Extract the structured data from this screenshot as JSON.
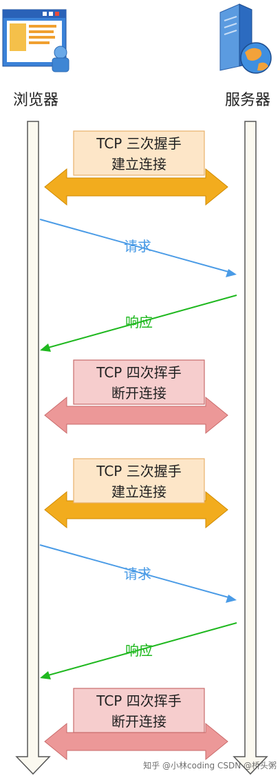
{
  "participants": {
    "browser": {
      "label": "浏览器",
      "icon": "browser-window-icon"
    },
    "server": {
      "label": "服务器",
      "icon": "server-globe-icon"
    }
  },
  "steps": [
    {
      "kind": "handshake",
      "line1": "TCP 三次握手",
      "line2": "建立连接"
    },
    {
      "kind": "request",
      "label": "请求"
    },
    {
      "kind": "response",
      "label": "响应"
    },
    {
      "kind": "teardown",
      "line1": "TCP 四次挥手",
      "line2": "断开连接"
    },
    {
      "kind": "handshake",
      "line1": "TCP 三次握手",
      "line2": "建立连接"
    },
    {
      "kind": "request",
      "label": "请求"
    },
    {
      "kind": "response",
      "label": "响应"
    },
    {
      "kind": "teardown",
      "line1": "TCP 四次挥手",
      "line2": "断开连接"
    }
  ],
  "watermark": "知乎 @小林coding  CSDN @桥头粥",
  "colors": {
    "request": "#4a9be6",
    "response": "#1fb81f",
    "handshake_arrow": "#f2ac1e",
    "handshake_box": "#fde6c8",
    "handshake_box_border": "#e8b06a",
    "teardown_arrow": "#ec9898",
    "teardown_box": "#f6cdcd",
    "teardown_box_border": "#c96a6a",
    "lifeline_fill": "#fbf9f0",
    "lifeline_stroke": "#555555"
  }
}
